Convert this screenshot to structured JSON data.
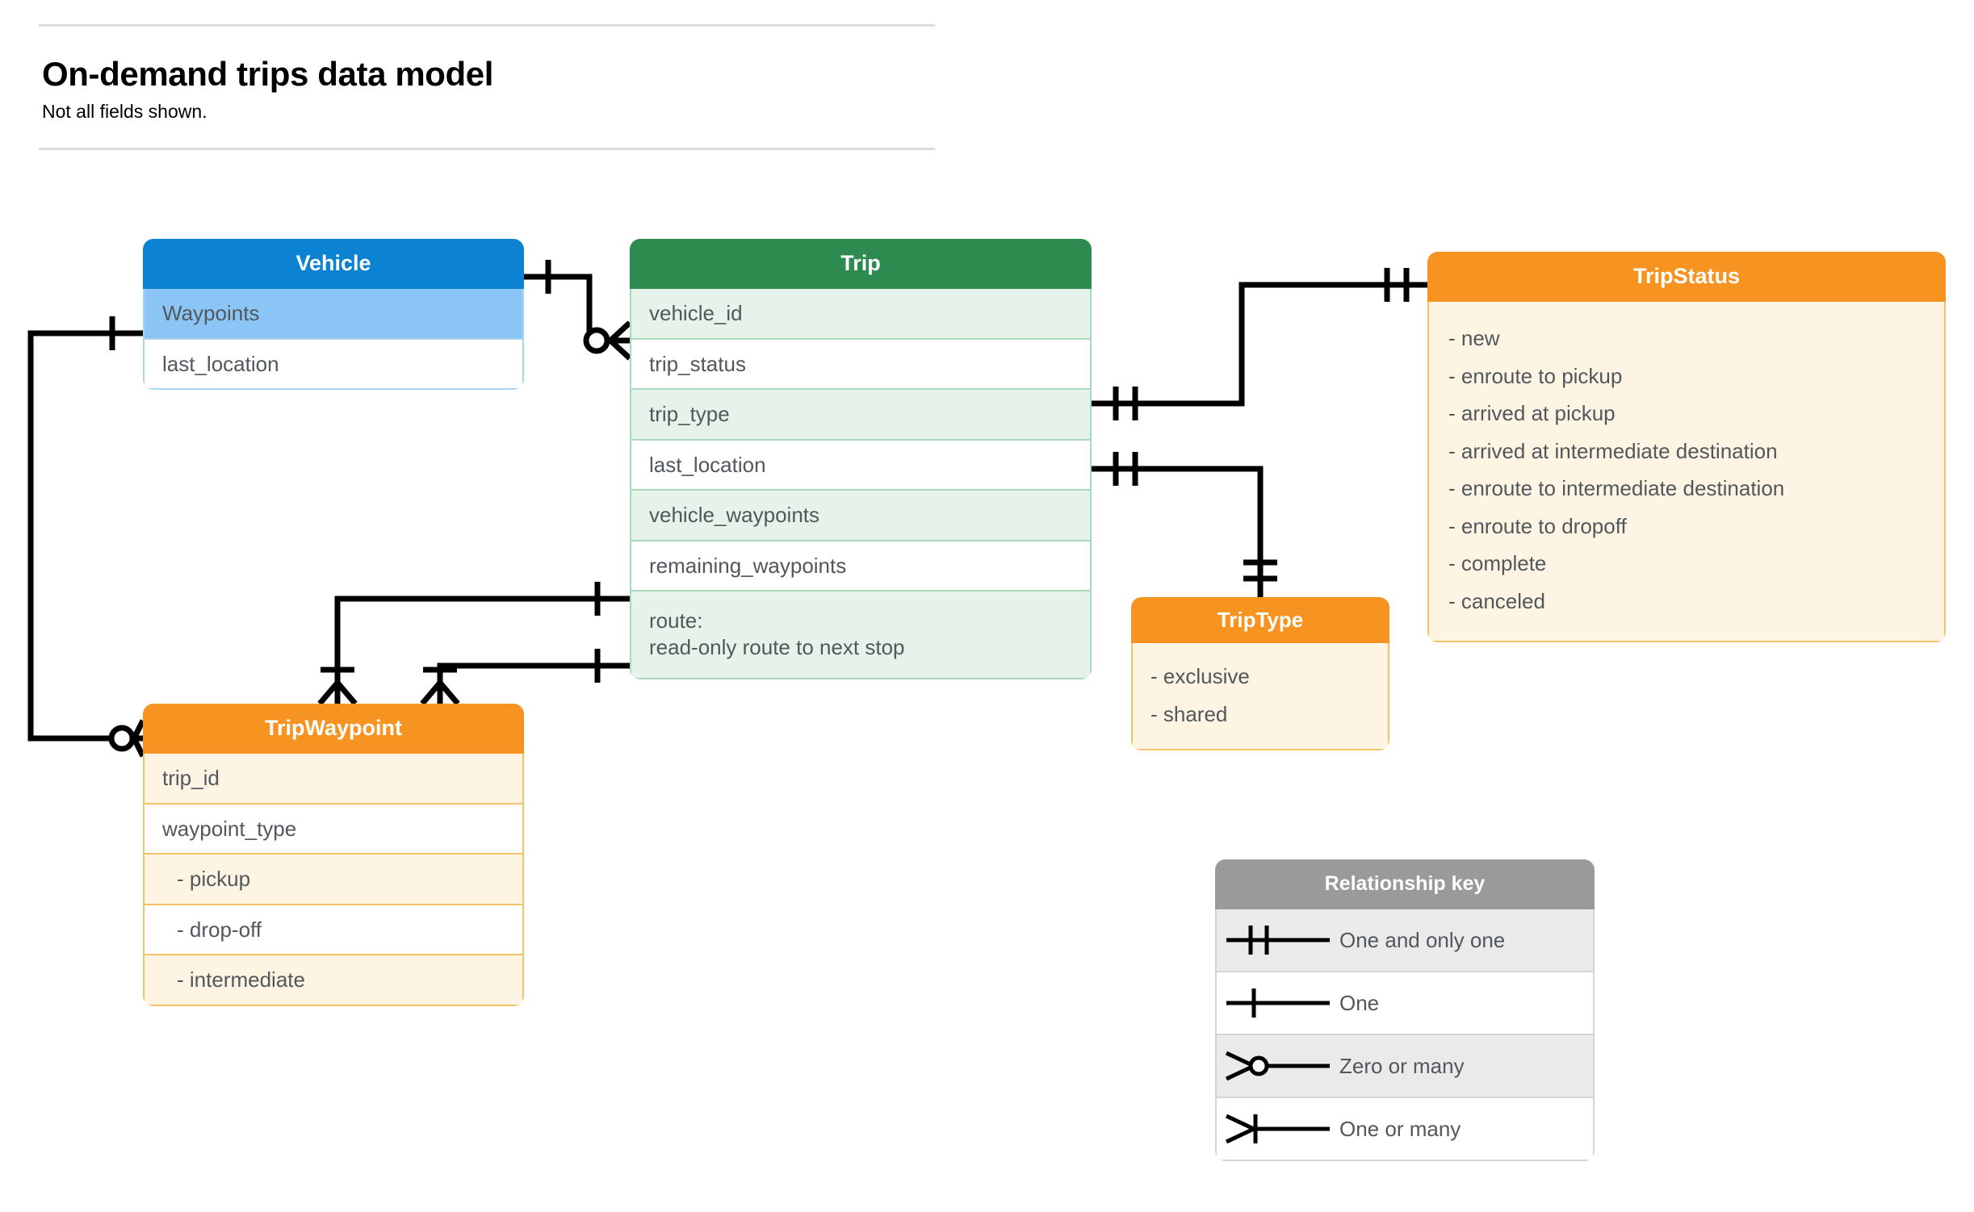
{
  "header": {
    "title": "On-demand trips data model",
    "subtitle": "Not all fields shown."
  },
  "entities": {
    "vehicle": {
      "title": "Vehicle",
      "header_color": "#0C82D2",
      "fields": [
        "Waypoints",
        "last_location"
      ]
    },
    "trip": {
      "title": "Trip",
      "header_color": "#2E8B50",
      "fields": [
        "vehicle_id",
        "trip_status",
        "trip_type",
        "last_location",
        "vehicle_waypoints",
        "remaining_waypoints"
      ],
      "route_label": "route:",
      "route_note": "read-only route to next stop"
    },
    "trip_status": {
      "title": "TripStatus",
      "header_color": "#F79421",
      "values": [
        "- new",
        "- enroute to pickup",
        "- arrived at pickup",
        "- arrived at intermediate destination",
        "- enroute to intermediate destination",
        "- enroute to dropoff",
        "- complete",
        "- canceled"
      ]
    },
    "trip_type": {
      "title": "TripType",
      "header_color": "#F79421",
      "values": [
        "- exclusive",
        "- shared"
      ]
    },
    "trip_waypoint": {
      "title": "TripWaypoint",
      "header_color": "#F79421",
      "fields": [
        "trip_id",
        "waypoint_type"
      ],
      "waypoint_values": [
        "-  pickup",
        "-  drop-off",
        "-  intermediate"
      ]
    }
  },
  "legend": {
    "title": "Relationship key",
    "rows": [
      {
        "symbol": "one-and-only-one-icon",
        "label": "One and only one"
      },
      {
        "symbol": "one-icon",
        "label": "One"
      },
      {
        "symbol": "zero-or-many-icon",
        "label": "Zero or many"
      },
      {
        "symbol": "one-or-many-icon",
        "label": "One or many"
      }
    ]
  },
  "relationships": [
    {
      "from": "Vehicle",
      "to": "Trip.vehicle_id",
      "from_card": "one",
      "to_card": "zero-or-many"
    },
    {
      "from": "Vehicle.Waypoints",
      "to": "TripWaypoint",
      "from_card": "one",
      "to_card": "zero-or-many"
    },
    {
      "from": "Trip.trip_status",
      "to": "TripStatus",
      "from_card": "one-and-only-one",
      "to_card": "one-and-only-one"
    },
    {
      "from": "Trip.trip_type",
      "to": "TripType",
      "from_card": "one-and-only-one",
      "to_card": "one-and-only-one"
    },
    {
      "from": "Trip.vehicle_waypoints",
      "to": "TripWaypoint",
      "from_card": "one",
      "to_card": "one-or-many"
    },
    {
      "from": "Trip.remaining_waypoints",
      "to": "TripWaypoint",
      "from_card": "one",
      "to_card": "one-or-many"
    }
  ],
  "colors": {
    "vehicle_header": "#0C82D2",
    "vehicle_field": "#8AC5F5",
    "trip_header": "#2E8B50",
    "trip_field": "#E6F3EA",
    "orange_header": "#F79421",
    "orange_field": "#FDF4E3",
    "legend_header": "#9A9A9A",
    "line": "#000000"
  }
}
